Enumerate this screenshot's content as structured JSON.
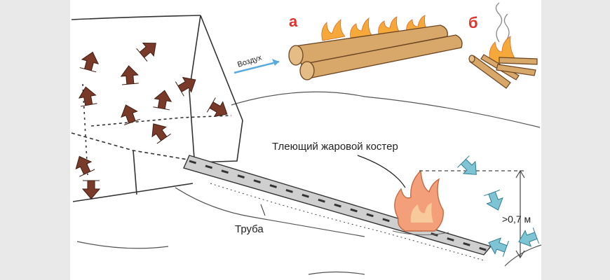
{
  "labels": {
    "variant_a": "а",
    "variant_b": "б",
    "air": "Воздух",
    "fire": "Тлеющий жаровой костер",
    "pipe": "Труба",
    "height": ">0,7 м"
  },
  "colors": {
    "background": "#e9e9e9",
    "paper": "#ffffff",
    "warm_arrow": "#7a3a2a",
    "cold_arrow": "#7fc4d4",
    "flame_orange": "#f3a07a",
    "flame_yellow": "#f6c34a",
    "log_wood": "#d7a86a",
    "variant_letter": "#e0322e",
    "air_arrow": "#5aa9df"
  }
}
